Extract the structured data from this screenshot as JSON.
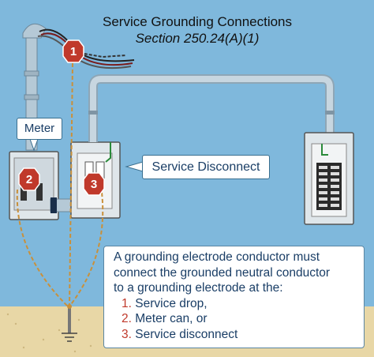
{
  "title": "Service Grounding Connections",
  "subtitle": "Section 250.24(A)(1)",
  "labels": {
    "meter": "Meter",
    "service_disconnect": "Service Disconnect"
  },
  "badges": [
    "1",
    "2",
    "3"
  ],
  "note": {
    "lines": [
      "A grounding electrode conductor must",
      "connect the grounded neutral conductor",
      "to a grounding electrode at the:"
    ],
    "items": [
      {
        "num": "1.",
        "text": "Service drop,"
      },
      {
        "num": "2.",
        "text": "Meter can, or"
      },
      {
        "num": "3.",
        "text": "Service disconnect"
      }
    ]
  },
  "colors": {
    "sky": "#7fb8dc",
    "ground": "#e8d7a6",
    "conduit": "#b5c9d6",
    "badge": "#c0392b",
    "gec": "#c9903a"
  }
}
